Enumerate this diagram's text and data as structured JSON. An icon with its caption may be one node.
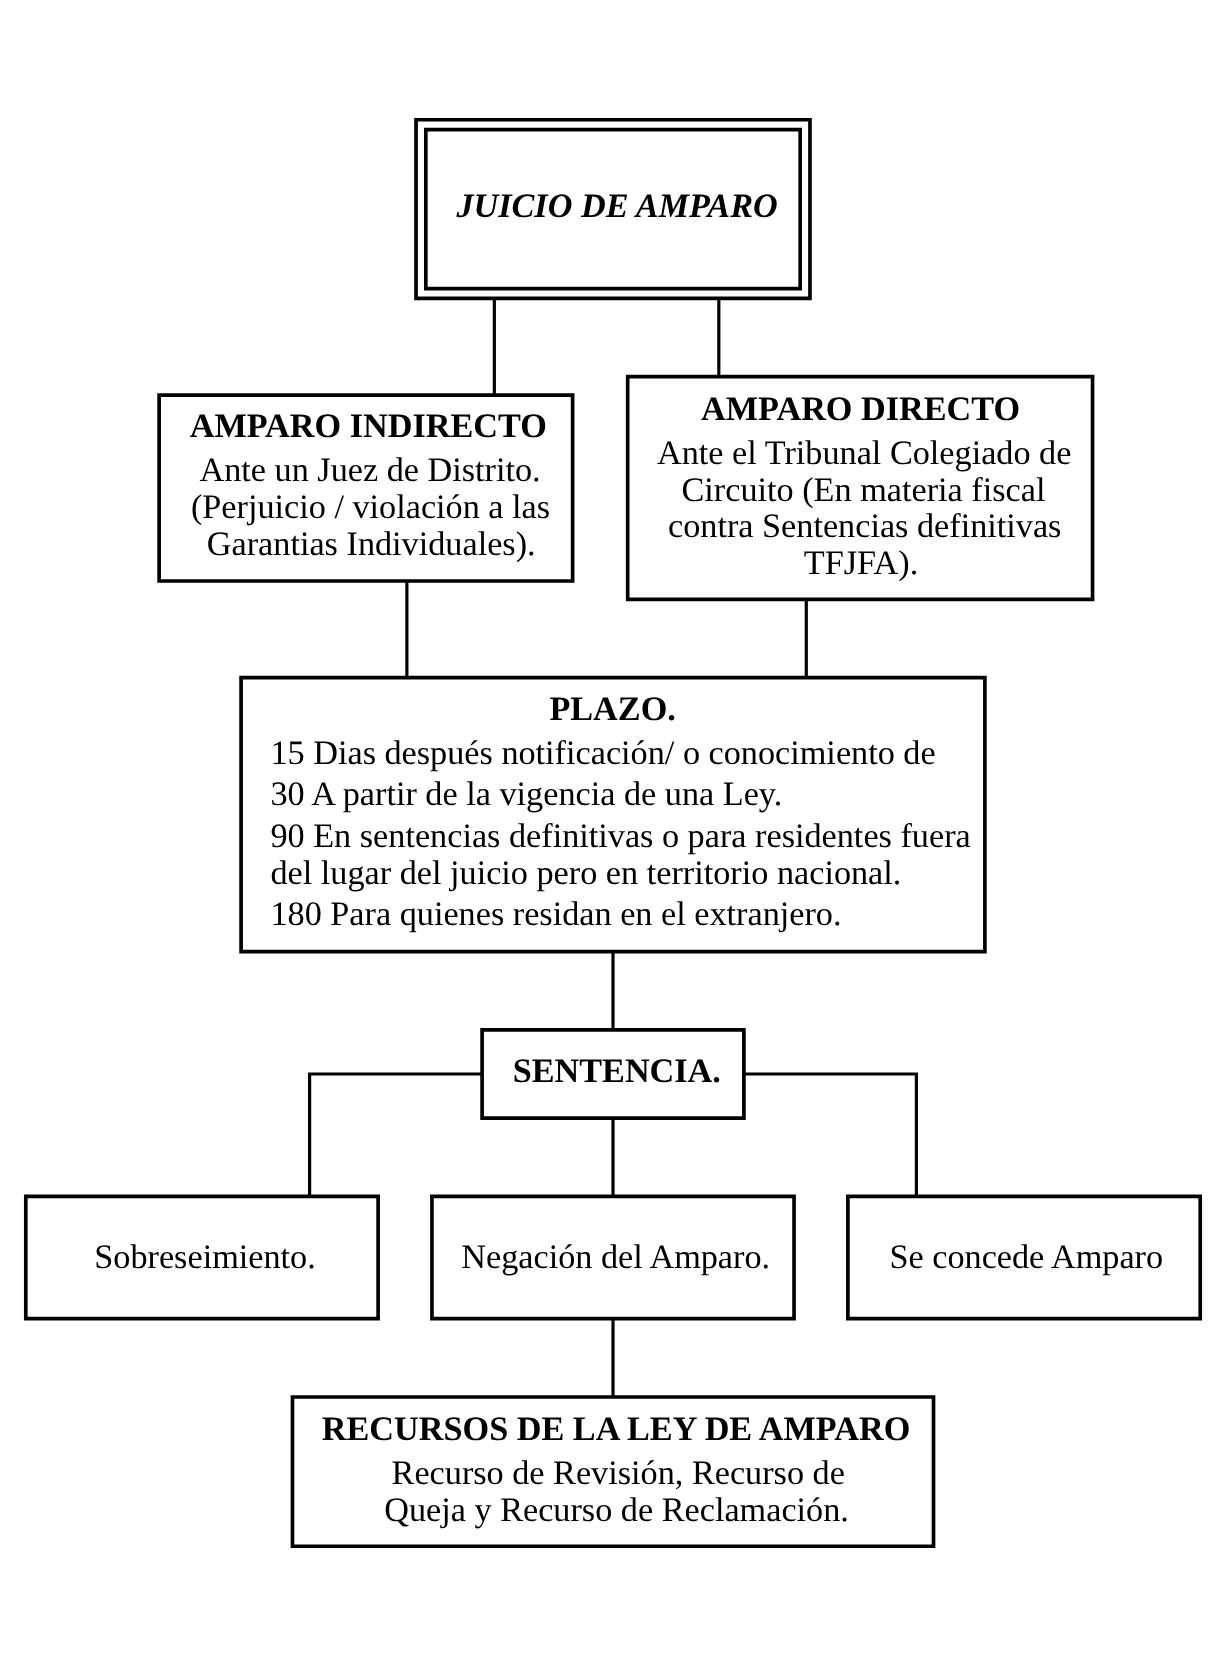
{
  "diagram": {
    "nodes": [
      {
        "text": [
          "JUICIO DE AMPARO"
        ]
      },
      {
        "text": [
          "AMPARO INDIRECTO",
          "Ante un Juez de Distrito. (Perjuicio / violación a las Garantias Individuales)."
        ]
      },
      {
        "text": [
          "AMPARO DIRECTO",
          "Ante el Tribunal Colegiado de Circuito (En materia fiscal contra Sentencias definitivas TFJFA)."
        ]
      },
      {
        "text": [
          "PLAZO.",
          "15 Dias después notificación/ o conocimiento de",
          "30 A partir de la vigencia de una Ley.",
          "90 En sentencias definitivas o para residentes fuera del lugar del juicio pero en territorio nacional.",
          "180 Para quienes residan en el extranjero."
        ]
      },
      {
        "text": [
          "SENTENCIA."
        ]
      },
      {
        "text": [
          "Sobreseimiento."
        ]
      },
      {
        "text": [
          "Negación del Amparo."
        ]
      },
      {
        "text": [
          "Se concede Amparo"
        ]
      },
      {
        "text": [
          "RECURSOS DE LA LEY DE AMPARO",
          "Recurso de Revisión, Recurso de Queja y Recurso de Reclamación."
        ]
      }
    ],
    "edges": [
      {
        "from": 0,
        "to": 1,
        "arrow": "none"
      },
      {
        "from": 0,
        "to": 2,
        "arrow": "none"
      },
      {
        "from": 1,
        "to": 3,
        "arrow": "none"
      },
      {
        "from": 2,
        "to": 3,
        "arrow": "none"
      },
      {
        "from": 3,
        "to": 4,
        "arrow": "none"
      },
      {
        "from": 4,
        "to": 5,
        "arrow": "none"
      },
      {
        "from": 4,
        "to": 6,
        "arrow": "none"
      },
      {
        "from": 4,
        "to": 7,
        "arrow": "none"
      },
      {
        "from": 6,
        "to": 8,
        "arrow": "none"
      }
    ]
  }
}
